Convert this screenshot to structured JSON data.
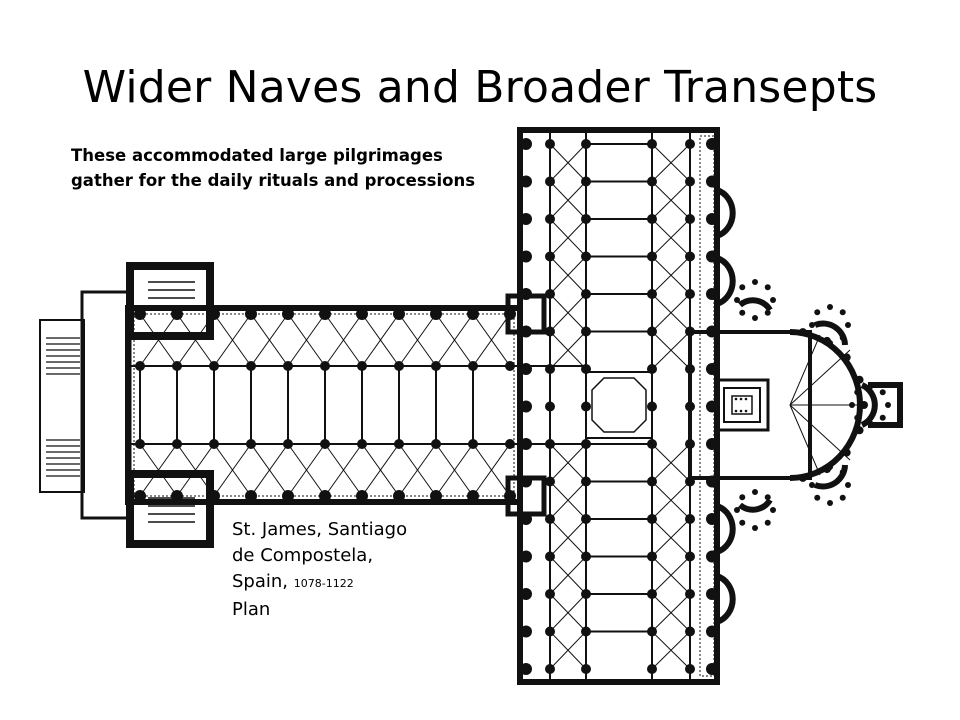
{
  "slide": {
    "title": "Wider Naves and Broader Transepts",
    "note": "These accommodated large pilgrimages gather for the daily rituals and processions"
  },
  "caption": {
    "line1": "St. James, Santiago",
    "line2": "de Compostela,",
    "line3_prefix": "Spain,",
    "dates": "1078-1122",
    "line4": "Plan"
  },
  "plan": {
    "ink_color": "#111111",
    "paper_color": "#ffffff"
  }
}
